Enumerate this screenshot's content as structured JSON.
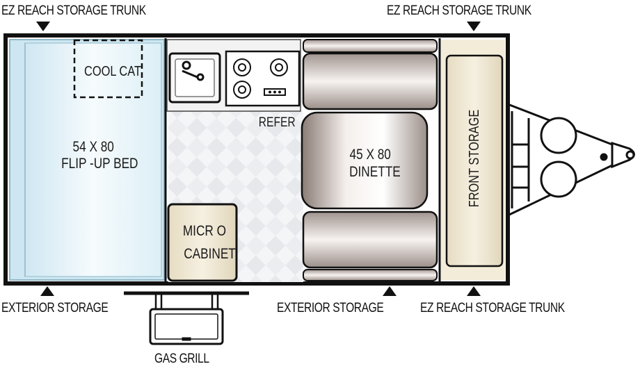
{
  "labels": {
    "top_left": "EZ REACH STORAGE TRUNK",
    "top_right": "EZ REACH STORAGE TRUNK",
    "bottom_left": "EXTERIOR STORAGE",
    "bottom_mid": "EXTERIOR STORAGE",
    "bottom_right": "EZ REACH STORAGE TRUNK",
    "gas_grill": "GAS GRILL"
  },
  "rooms": {
    "cool_cat": "COOL CAT",
    "bed_size": "54 X 80",
    "bed_name": "FLIP -UP BED",
    "refer": "REFER",
    "dinette_size": "45 X 80",
    "dinette_name": "DINETTE",
    "micro_line1": "MICR O",
    "micro_line2": "CABINET",
    "front_storage": "FRONT STORAGE"
  },
  "colors": {
    "wall": "#111111",
    "bed_fill": "#eaf6fb",
    "storage_fill": "#efe6cf",
    "dinette_fill": "#dcd3ce",
    "floor_tile": "#f1f2f4"
  }
}
